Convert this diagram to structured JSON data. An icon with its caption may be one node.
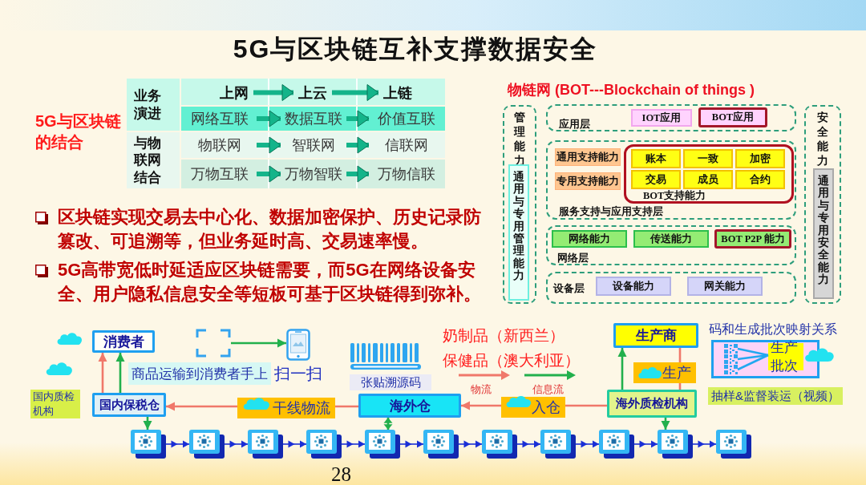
{
  "diagram": {
    "title": "5G与区块链互补支撑数据安全",
    "nodes": [
      {
        "text": [
          "业务演进"
        ]
      },
      {
        "text": [
          "上网"
        ]
      },
      {
        "text": [
          "上云"
        ]
      },
      {
        "text": [
          "上链"
        ]
      },
      {
        "text": [
          "网络互联"
        ]
      },
      {
        "text": [
          "数据互联"
        ]
      },
      {
        "text": [
          "价值互联"
        ]
      },
      {
        "text": [
          "与物联网结合"
        ]
      },
      {
        "text": [
          "物联网"
        ]
      },
      {
        "text": [
          "智联网"
        ]
      },
      {
        "text": [
          "信联网"
        ]
      },
      {
        "text": [
          "万物互联"
        ]
      },
      {
        "text": [
          "万物智联"
        ]
      },
      {
        "text": [
          "万物信联"
        ]
      },
      {
        "text": [
          "管理能力"
        ]
      },
      {
        "text": [
          "通用与专用管理能力"
        ],
        "in": 14
      },
      {
        "text": [
          "应用层"
        ]
      },
      {
        "text": [
          "IOT应用"
        ],
        "in": 16
      },
      {
        "text": [
          "BOT应用"
        ],
        "in": 16
      },
      {
        "text": [
          "服务支持与应用支持层"
        ]
      },
      {
        "text": [
          "通用支持能力"
        ],
        "in": 19
      },
      {
        "text": [
          "专用支持能力"
        ],
        "in": 19
      },
      {
        "text": [
          "BOT支持能力"
        ],
        "in": 19
      },
      {
        "text": [
          "账本"
        ],
        "in": 22
      },
      {
        "text": [
          "一致"
        ],
        "in": 22
      },
      {
        "text": [
          "加密"
        ],
        "in": 22
      },
      {
        "text": [
          "交易"
        ],
        "in": 22
      },
      {
        "text": [
          "成员"
        ],
        "in": 22
      },
      {
        "text": [
          "合约"
        ],
        "in": 22
      },
      {
        "text": [
          "网络层"
        ]
      },
      {
        "text": [
          "网络能力"
        ],
        "in": 29
      },
      {
        "text": [
          "传送能力"
        ],
        "in": 29
      },
      {
        "text": [
          "BOT P2P 能力"
        ],
        "in": 29
      },
      {
        "text": [
          "设备层"
        ]
      },
      {
        "text": [
          "设备能力"
        ],
        "in": 33
      },
      {
        "text": [
          "网关能力"
        ],
        "in": 33
      },
      {
        "text": [
          "安全能力"
        ]
      },
      {
        "text": [
          "通用与专用安全能力"
        ],
        "in": 36
      },
      {
        "text": [
          "消费者"
        ]
      },
      {
        "text": [],
        "shape": "picture"
      },
      {
        "text": [],
        "shape": "picture",
        "beside": [
          "扫一扫"
        ]
      },
      {
        "text": [
          "商品运输到消费者手上"
        ]
      },
      {
        "text": [
          "国内质检机构"
        ]
      },
      {
        "text": [
          "国内保税仓"
        ]
      },
      {
        "text": [
          "张贴溯源码"
        ]
      },
      {
        "text": [
          "海外仓"
        ]
      },
      {
        "text": [
          "生产商"
        ]
      },
      {
        "text": [
          "海外质检机构"
        ]
      },
      {
        "text": [
          "码和生成批次映射关系"
        ]
      },
      {
        "text": [],
        "shape": "picture",
        "in": 48
      },
      {
        "text": [],
        "shape": "picture",
        "in": 48
      },
      {
        "text": [],
        "shape": "picture",
        "in": 48
      },
      {
        "text": [
          "生产批次"
        ],
        "in": 48
      },
      {
        "text": [
          "抽样&监督装运（视频）"
        ]
      },
      {
        "text": [],
        "shape": "picture"
      },
      {
        "text": [],
        "shape": "picture"
      },
      {
        "text": [],
        "shape": "picture"
      },
      {
        "text": [],
        "shape": "picture"
      },
      {
        "text": [],
        "shape": "picture"
      },
      {
        "text": [],
        "shape": "picture"
      },
      {
        "text": [],
        "shape": "picture"
      },
      {
        "text": [],
        "shape": "picture"
      },
      {
        "text": [],
        "shape": "picture"
      },
      {
        "text": [],
        "shape": "picture"
      },
      {
        "text": [],
        "shape": "picture"
      }
    ],
    "edges": [
      {
        "from": 1,
        "to": 2,
        "arrow": "to",
        "style": "thick",
        "color": "#14b48a"
      },
      {
        "from": 2,
        "to": 3,
        "arrow": "to",
        "style": "thick",
        "color": "#14b48a"
      },
      {
        "from": 4,
        "to": 5,
        "arrow": "to",
        "style": "thick",
        "color": "#14b48a"
      },
      {
        "from": 5,
        "to": 6,
        "arrow": "to",
        "style": "thick",
        "color": "#14b48a"
      },
      {
        "from": 8,
        "to": 9,
        "arrow": "to",
        "style": "thick",
        "color": "#14b48a"
      },
      {
        "from": 9,
        "to": 10,
        "arrow": "to",
        "style": "thick",
        "color": "#14b48a"
      },
      {
        "from": 11,
        "to": 12,
        "arrow": "to",
        "style": "thick",
        "color": "#14b48a"
      },
      {
        "from": 12,
        "to": 13,
        "arrow": "to",
        "style": "thick",
        "color": "#14b48a"
      },
      {
        "from": 39,
        "to": 40,
        "arrow": "to",
        "color": "#22b04c"
      },
      {
        "from": 43,
        "to": 38,
        "arrow": "to",
        "color": "#f0786a"
      },
      {
        "from": 43,
        "to": 38,
        "arrow": "to",
        "color": "#22b04c"
      },
      {
        "from": 43,
        "to": 54,
        "arrow": "to",
        "color": "#22b04c"
      },
      {
        "from": 45,
        "to": 43,
        "arrow": "to",
        "label": "干线物流",
        "color": "#f0786a"
      },
      {
        "from": 45,
        "to": 58,
        "arrow": "both",
        "color": "#22b04c"
      },
      {
        "from": 47,
        "to": 45,
        "arrow": "to",
        "label": "入仓",
        "color": "#f0786a"
      },
      {
        "from": 46,
        "to": 47,
        "arrow": "none",
        "label": "生产",
        "color": "#f0786a"
      },
      {
        "from": 47,
        "to": 46,
        "arrow": "to",
        "color": "#22b04c"
      },
      {
        "from": 47,
        "to": 63,
        "arrow": "to",
        "color": "#22b04c"
      },
      {
        "from": 54,
        "to": 55,
        "arrow": "to"
      },
      {
        "from": 55,
        "to": 56,
        "arrow": "to"
      },
      {
        "from": 56,
        "to": 57,
        "arrow": "to"
      },
      {
        "from": 57,
        "to": 58,
        "arrow": "to"
      },
      {
        "from": 58,
        "to": 59,
        "arrow": "to"
      },
      {
        "from": 59,
        "to": 60,
        "arrow": "to"
      },
      {
        "from": 60,
        "to": 61,
        "arrow": "to"
      },
      {
        "from": 61,
        "to": 62,
        "arrow": "to"
      },
      {
        "from": 62,
        "to": 63,
        "arrow": "to"
      },
      {
        "from": 63,
        "to": 64,
        "arrow": "to"
      },
      {
        "from": 49,
        "to": 52,
        "arrow": "none",
        "color": "#22a8f0"
      },
      {
        "from": 50,
        "to": 52,
        "arrow": "none",
        "color": "#22a8f0"
      },
      {
        "from": 51,
        "to": 52,
        "arrow": "none",
        "color": "#22a8f0"
      }
    ],
    "labels": [
      "5G与区块链的结合",
      "物链网 (BOT---Blockchain of things )",
      "区块链实现交易去中心化、数据加密保护、历史记录防篡改、可追溯等，但业务延时高、交易速率慢。",
      "5G高带宽低时延适应区块链需要，而5G在网络设备安全、用户隐私信息安全等短板可基于区块链得到弥补。",
      "奶制品（新西兰）",
      "保健品（澳大利亚）",
      "28"
    ],
    "legend": [
      {
        "text": "物流"
      },
      {
        "text": "信息流"
      }
    ]
  }
}
